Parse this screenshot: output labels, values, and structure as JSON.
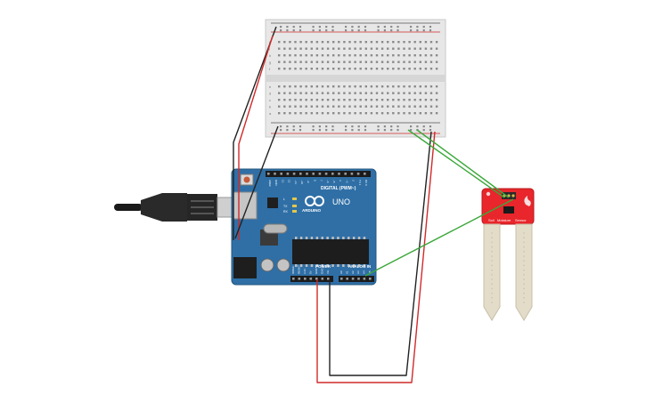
{
  "arduino": {
    "brand": "ARDUINO",
    "model": "UNO",
    "digital_label": "DIGITAL (PWM~)",
    "power_label": "POWER",
    "analog_label": "ANALOG IN",
    "led_labels": [
      "L",
      "TX",
      "RX"
    ],
    "digital_pins": [
      "AREF",
      "GND",
      "13",
      "12",
      "~11",
      "~10",
      "~9",
      "8",
      "7",
      "~6",
      "~5",
      "4",
      "~3",
      "2",
      "TX 1",
      "RX 0"
    ],
    "power_pins": [
      "IOREF",
      "RESET",
      "3.3V",
      "5V",
      "GND",
      "GND",
      "Vin"
    ],
    "analog_pins": [
      "A0",
      "A1",
      "A2",
      "A3",
      "A4",
      "A5"
    ],
    "board_color": "#2f6fa6"
  },
  "breadboard": {
    "row_letters_top": [
      "j",
      "i",
      "h",
      "g",
      "f"
    ],
    "row_letters_bottom": [
      "e",
      "d",
      "c",
      "b",
      "a"
    ],
    "columns": 30
  },
  "sensor": {
    "label_parts": [
      "Soil",
      "Moisture",
      "Sensor"
    ],
    "board_color": "#e8262b"
  },
  "wire_colors": {
    "power": "#d12a2a",
    "ground": "#222222",
    "signal": "#3aa83a"
  }
}
